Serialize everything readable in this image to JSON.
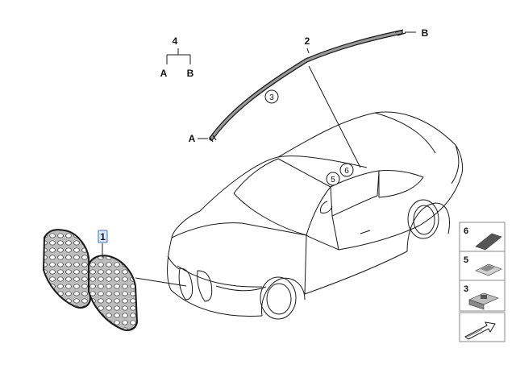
{
  "labels": {
    "group4": "4",
    "group4_a": "A",
    "group4_b": "B",
    "part2": "2",
    "end_a": "A",
    "end_b": "B",
    "part1": "1"
  },
  "callouts": {
    "c3": "3",
    "c5": "5",
    "c6": "6"
  },
  "legend": {
    "items": [
      {
        "number": "6",
        "icon": "adhesive-pad-icon"
      },
      {
        "number": "5",
        "icon": "clip-icon"
      },
      {
        "number": "3",
        "icon": "bracket-clip-icon"
      }
    ],
    "arrow_icon": "arrow-panel-icon"
  },
  "colors": {
    "line": "#1a1a1a",
    "grille_fill": "#c8c8c8",
    "strip_fill": "#8a8a8a",
    "legend_border": "#888888",
    "selection": "#3a6fbf"
  }
}
